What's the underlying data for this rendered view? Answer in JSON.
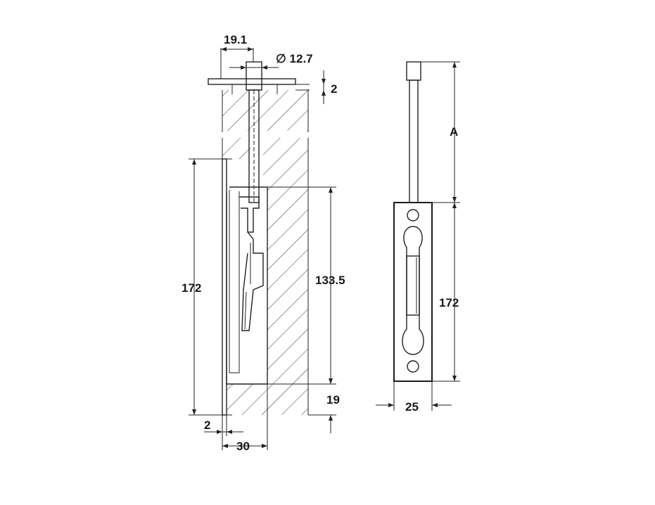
{
  "labels": {
    "width_19_1": "19.1",
    "diameter": "∅ 12.7",
    "thickness_2_top": "2",
    "height_172_left": "172",
    "height_133_5": "133.5",
    "offset_19": "19",
    "thickness_2_bottom": "2",
    "depth_30": "30",
    "dim_a": "A",
    "height_172_right": "172",
    "width_25": "25"
  },
  "colors": {
    "line": "#222222",
    "background": "#ffffff"
  }
}
